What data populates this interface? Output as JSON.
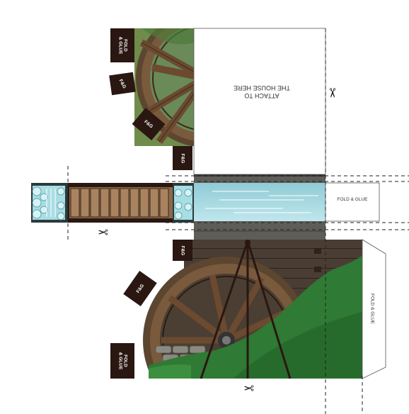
{
  "template": {
    "attach_text": "ATTACH TO\nTHE HOUSE HERE",
    "tabs": {
      "fold_glue_stacked": "FOLD\n& GLUE",
      "fold_glue_inline": "FOLD & GLUE",
      "fg": "F&G"
    },
    "icons": {
      "scissors": "✂"
    }
  },
  "colors": {
    "wood_dark": "#2a1712",
    "wood_mid": "#6b4a30",
    "wood_light": "#9a7352",
    "water": "#a8dbe3",
    "grass": "#2f7a34",
    "wall": "#3b3a35",
    "stone": "#8a8a80"
  }
}
